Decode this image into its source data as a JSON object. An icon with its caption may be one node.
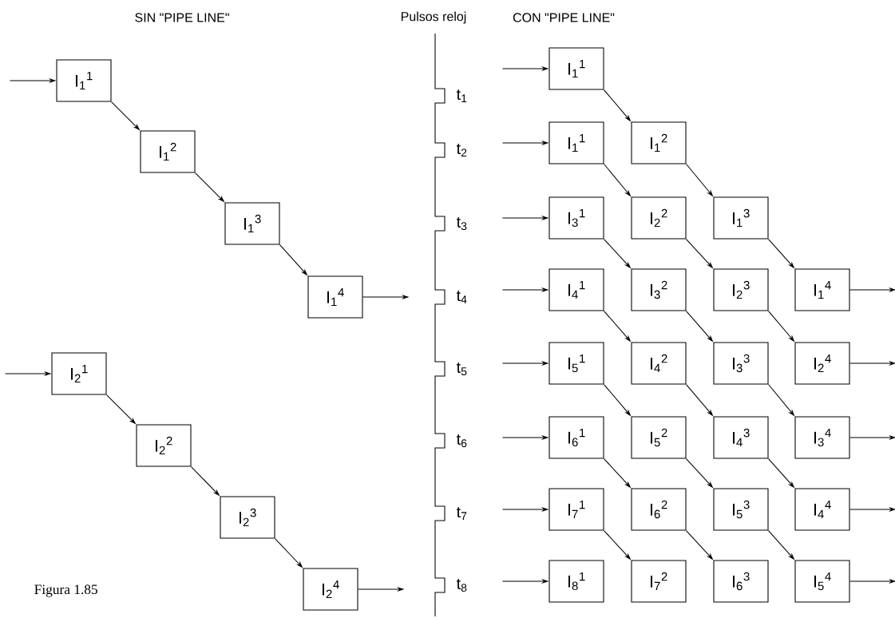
{
  "diagram": {
    "caption": "Figura 1.85",
    "nodes": [
      {
        "text": [
          "I$_{1}$$^{1}$"
        ]
      },
      {
        "text": [
          "I$_{1}$$^{2}$"
        ]
      },
      {
        "text": [
          "I$_{1}$$^{3}$"
        ]
      },
      {
        "text": [
          "I$_{1}$$^{4}$"
        ]
      },
      {
        "text": [
          "I$_{2}$$^{1}$"
        ]
      },
      {
        "text": [
          "I$_{2}$$^{2}$"
        ]
      },
      {
        "text": [
          "I$_{2}$$^{3}$"
        ]
      },
      {
        "text": [
          "I$_{2}$$^{4}$"
        ]
      },
      {
        "text": [
          "I$_{1}$$^{1}$"
        ]
      },
      {
        "text": [
          "I$_{1}$$^{1}$"
        ]
      },
      {
        "text": [
          "I$_{1}$$^{2}$"
        ]
      },
      {
        "text": [
          "I$_{3}$$^{1}$"
        ]
      },
      {
        "text": [
          "I$_{2}$$^{2}$"
        ]
      },
      {
        "text": [
          "I$_{1}$$^{3}$"
        ]
      },
      {
        "text": [
          "I$_{4}$$^{1}$"
        ]
      },
      {
        "text": [
          "I$_{3}$$^{2}$"
        ]
      },
      {
        "text": [
          "I$_{2}$$^{3}$"
        ]
      },
      {
        "text": [
          "I$_{1}$$^{4}$"
        ]
      },
      {
        "text": [
          "I$_{5}$$^{1}$"
        ]
      },
      {
        "text": [
          "I$_{4}$$^{2}$"
        ]
      },
      {
        "text": [
          "I$_{3}$$^{3}$"
        ]
      },
      {
        "text": [
          "I$_{2}$$^{4}$"
        ]
      },
      {
        "text": [
          "I$_{6}$$^{1}$"
        ]
      },
      {
        "text": [
          "I$_{5}$$^{2}$"
        ]
      },
      {
        "text": [
          "I$_{4}$$^{3}$"
        ]
      },
      {
        "text": [
          "I$_{3}$$^{4}$"
        ]
      },
      {
        "text": [
          "I$_{7}$$^{1}$"
        ]
      },
      {
        "text": [
          "I$_{6}$$^{2}$"
        ]
      },
      {
        "text": [
          "I$_{5}$$^{3}$"
        ]
      },
      {
        "text": [
          "I$_{4}$$^{4}$"
        ]
      },
      {
        "text": [
          "I$_{8}$$^{1}$"
        ]
      },
      {
        "text": [
          "I$_{7}$$^{2}$"
        ]
      },
      {
        "text": [
          "I$_{6}$$^{3}$"
        ]
      },
      {
        "text": [
          "I$_{5}$$^{4}$"
        ]
      }
    ],
    "edges": [
      {
        "from": null,
        "to": 0,
        "arrow": "to"
      },
      {
        "from": 0,
        "to": 1,
        "arrow": "to"
      },
      {
        "from": 1,
        "to": 2,
        "arrow": "to"
      },
      {
        "from": 2,
        "to": 3,
        "arrow": "to"
      },
      {
        "from": 3,
        "to": null,
        "arrow": "to"
      },
      {
        "from": null,
        "to": 4,
        "arrow": "to"
      },
      {
        "from": 4,
        "to": 5,
        "arrow": "to"
      },
      {
        "from": 5,
        "to": 6,
        "arrow": "to"
      },
      {
        "from": 6,
        "to": 7,
        "arrow": "to"
      },
      {
        "from": 7,
        "to": null,
        "arrow": "to"
      },
      {
        "from": null,
        "to": 8,
        "arrow": "to"
      },
      {
        "from": null,
        "to": 9,
        "arrow": "to"
      },
      {
        "from": null,
        "to": 11,
        "arrow": "to"
      },
      {
        "from": null,
        "to": 14,
        "arrow": "to"
      },
      {
        "from": null,
        "to": 18,
        "arrow": "to"
      },
      {
        "from": null,
        "to": 22,
        "arrow": "to"
      },
      {
        "from": null,
        "to": 26,
        "arrow": "to"
      },
      {
        "from": null,
        "to": 30,
        "arrow": "to"
      },
      {
        "from": 8,
        "to": 10,
        "arrow": "to"
      },
      {
        "from": 9,
        "to": 12,
        "arrow": "to"
      },
      {
        "from": 10,
        "to": 13,
        "arrow": "to"
      },
      {
        "from": 11,
        "to": 15,
        "arrow": "to"
      },
      {
        "from": 12,
        "to": 16,
        "arrow": "to"
      },
      {
        "from": 13,
        "to": 17,
        "arrow": "to"
      },
      {
        "from": 14,
        "to": 19,
        "arrow": "to"
      },
      {
        "from": 15,
        "to": 20,
        "arrow": "to"
      },
      {
        "from": 16,
        "to": 21,
        "arrow": "to"
      },
      {
        "from": 18,
        "to": 23,
        "arrow": "to"
      },
      {
        "from": 19,
        "to": 24,
        "arrow": "to"
      },
      {
        "from": 20,
        "to": 25,
        "arrow": "to"
      },
      {
        "from": 22,
        "to": 27,
        "arrow": "to"
      },
      {
        "from": 23,
        "to": 28,
        "arrow": "to"
      },
      {
        "from": 24,
        "to": 29,
        "arrow": "to"
      },
      {
        "from": 26,
        "to": 31,
        "arrow": "to"
      },
      {
        "from": 27,
        "to": 32,
        "arrow": "to"
      },
      {
        "from": 28,
        "to": 33,
        "arrow": "to"
      },
      {
        "from": 17,
        "to": null,
        "arrow": "to"
      },
      {
        "from": 21,
        "to": null,
        "arrow": "to"
      },
      {
        "from": 25,
        "to": null,
        "arrow": "to"
      },
      {
        "from": 29,
        "to": null,
        "arrow": "to"
      },
      {
        "from": 33,
        "to": null,
        "arrow": "to"
      }
    ],
    "labels": [
      "SIN \"PIPE LINE\"",
      "Pulsos reloj",
      "CON \"PIPE LINE\"",
      "t$_{1}$",
      "t$_{2}$",
      "t$_{3}$",
      "t$_{4}$",
      "t$_{5}$",
      "t$_{6}$",
      "t$_{7}$",
      "t$_{8}$"
    ]
  }
}
